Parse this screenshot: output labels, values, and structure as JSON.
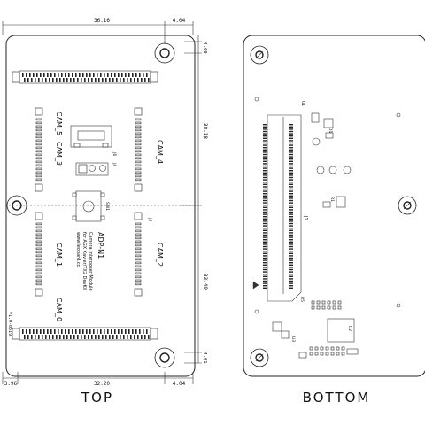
{
  "views": {
    "top": {
      "caption": "TOP",
      "dimensions": {
        "width_total": "36.16",
        "hole_offset_right": "4.04",
        "hole_offset_top": "4.00",
        "height_upper": "38.18",
        "height_lower": "33.49",
        "hole_offset_bottom": "4.01",
        "left_edge": "3.96",
        "hole_pitch": "32.20",
        "hole_offset_right_bottom": "4.04"
      },
      "labels": {
        "cam5": "CAM_5",
        "cam3": "CAM_3",
        "cam4": "CAM_4",
        "cam2": "CAM_2",
        "cam1": "CAM_1",
        "cam0": "CAM_0",
        "j6": "J6",
        "j8": "J8",
        "j3": "J3",
        "sw1": "SW1",
        "board_name": "ADP-N1",
        "desc_1": "Camera interposer Module",
        "desc_2": "for AGX Xavier/TX2 DevKit",
        "desc_3": "www.leopard.cc",
        "version": "V1.0-0319"
      }
    },
    "bottom": {
      "caption": "BOTTOM",
      "labels": {
        "j1": "J1",
        "u1": "U1",
        "u2": "U2",
        "u3": "U3",
        "r1": "R1",
        "r5": "R5",
        "d1": "D1"
      }
    }
  },
  "colors": {
    "outline": "#222222",
    "background": "#ffffff"
  }
}
